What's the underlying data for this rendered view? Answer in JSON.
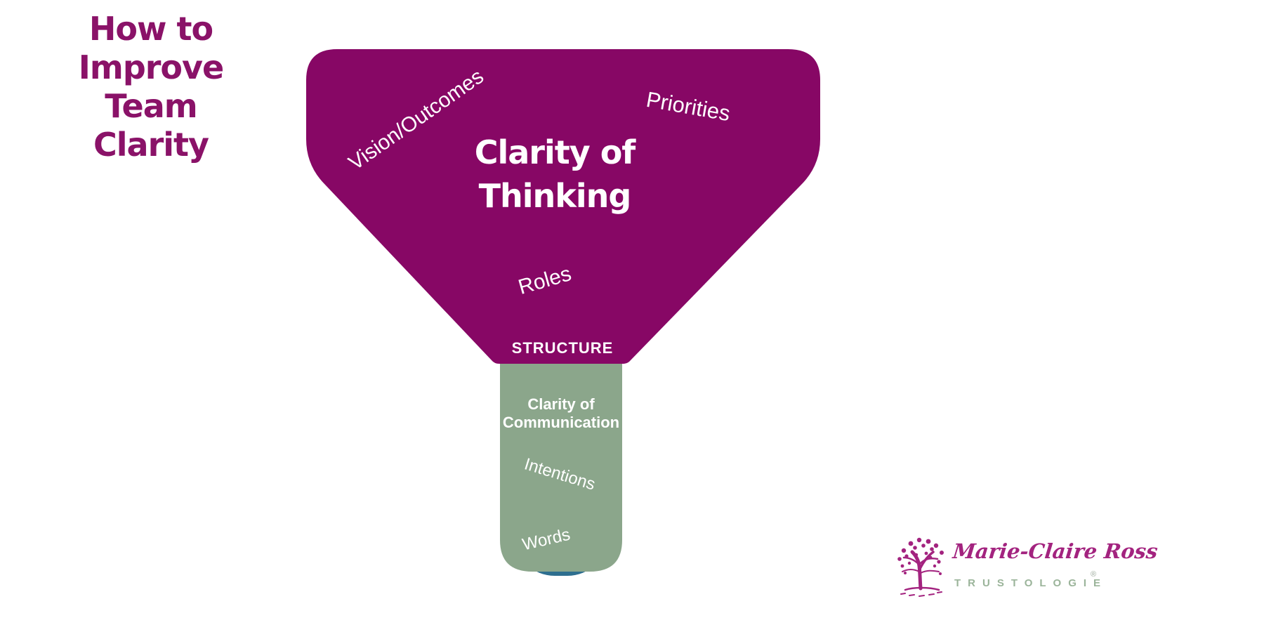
{
  "title": {
    "lines": [
      "How to",
      "Improve",
      "Team",
      "Clarity"
    ]
  },
  "colors": {
    "purple": "#870765",
    "title-purple": "#8A1268",
    "green": "#8BA68B",
    "teal": "#2E6F8F",
    "white-text": "#FFFFFF",
    "logo-magenta": "#A3237F",
    "logo-green": "#9BB49A"
  },
  "funnel": {
    "stage_thinking": {
      "heading_line1": "Clarity of",
      "heading_line2": "Thinking",
      "label_vision": "Vision/Outcomes",
      "label_priorities": "Priorities",
      "label_roles": "Roles",
      "footer": "STRUCTURE"
    },
    "stage_communication": {
      "heading_line1": "Clarity of",
      "heading_line2": "Communication",
      "label_intentions": "Intentions",
      "label_words": "Words"
    }
  },
  "logo": {
    "name": "Marie-Claire Ross",
    "brand": "TRUSTOLOGIE",
    "registered": "®"
  }
}
